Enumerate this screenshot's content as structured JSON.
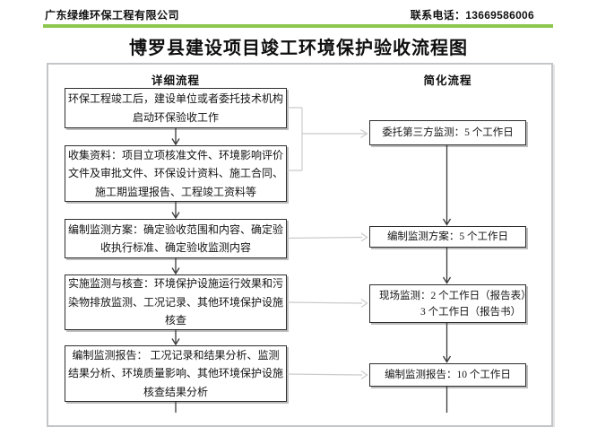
{
  "header": {
    "company": "广东绿维环保工程有限公司",
    "phone": "联系电话：13669586006",
    "accent_color": "#8dc74f"
  },
  "title": "博罗县建设项目竣工环境保护验收流程图",
  "flowchart": {
    "detailed": {
      "heading": "详细流程",
      "steps": [
        "环保工程竣工后，建设单位或者委托技术机构启动环保验收工作",
        "收集资料：项目立项核准文件、环境影响评价文件及审批文件、环保设计资料、施工合同、施工期监理报告、工程竣工资料等",
        "编制监测方案：确定验收范围和内容、确定验收执行标准、确定验收监测内容",
        "实施监测与核查：环境保护设施运行效果和污染物排放监测、工况记录、其他环境保护设施核查",
        "编制监测报告： 工况记录和结果分析、监测结果分析、环境质量影响、其他环境保护设施核查结果分析"
      ]
    },
    "simplified": {
      "heading": "简化流程",
      "steps": [
        [
          "委托第三方监测：5 个工作日"
        ],
        [
          "编制监测方案：5 个工作日"
        ],
        [
          "现场监测：2 个工作日（报告表）",
          "3 个工作日（报告书）"
        ],
        [
          "编制监测报告：10 个工作日"
        ]
      ]
    }
  }
}
